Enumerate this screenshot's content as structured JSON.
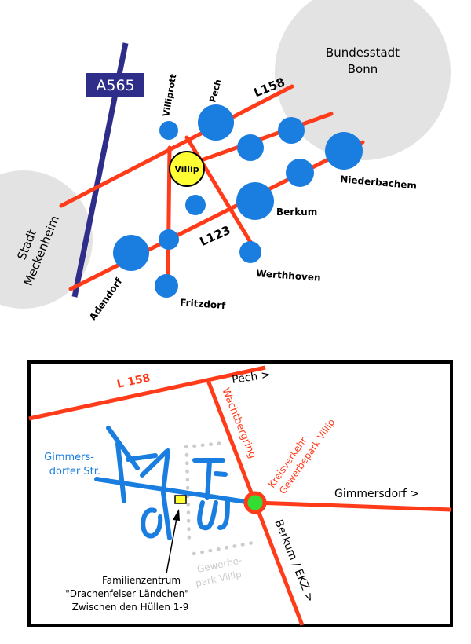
{
  "overview": {
    "motorway": {
      "label": "A565",
      "color": "#2e2e8a"
    },
    "roads": {
      "l158": "L158",
      "l123": "L123"
    },
    "cities": [
      {
        "id": "bonn",
        "lines": [
          "Bundesstadt",
          "Bonn"
        ]
      },
      {
        "id": "meckenheim",
        "lines": [
          "Stadt",
          "Meckenheim"
        ]
      }
    ],
    "villages": {
      "villip": "Villip",
      "villiprott": "Villiprott",
      "pech": "Pech",
      "niederbachem": "Niederbachem",
      "berkum": "Berkum",
      "werthhoven": "Werthhoven",
      "fritzdorf": "Fritzdorf",
      "adendorf": "Adendorf"
    },
    "colors": {
      "road": "#ff3b1a",
      "village": "#1a7ee0",
      "highlight": "#ffff33",
      "city": "#e3e3e3"
    }
  },
  "detail": {
    "l158": "L 158",
    "pech_dir": "Pech >",
    "wachtberg": "Wachtbergring",
    "kreisverkehr": [
      "Kreisverkehr",
      "Gewerbepark Villip"
    ],
    "gimmersdorf_dir": "Gimmersdorf >",
    "berkum_dir": "Berkum / EKZ >",
    "gimmersdorfer": [
      "Gimmers-",
      "dorfer Str."
    ],
    "gewerbepark": [
      "Gewerbe-",
      "park Villip"
    ],
    "destination": [
      "Familienzentrum",
      "\"Drachenfelser Ländchen\"",
      "Zwischen den Hüllen 1-9"
    ],
    "colors": {
      "road": "#ff3b1a",
      "street": "#1a7ee0",
      "roundabout": "#33dd33",
      "marker": "#ffff33",
      "park": "#cccccc"
    }
  }
}
